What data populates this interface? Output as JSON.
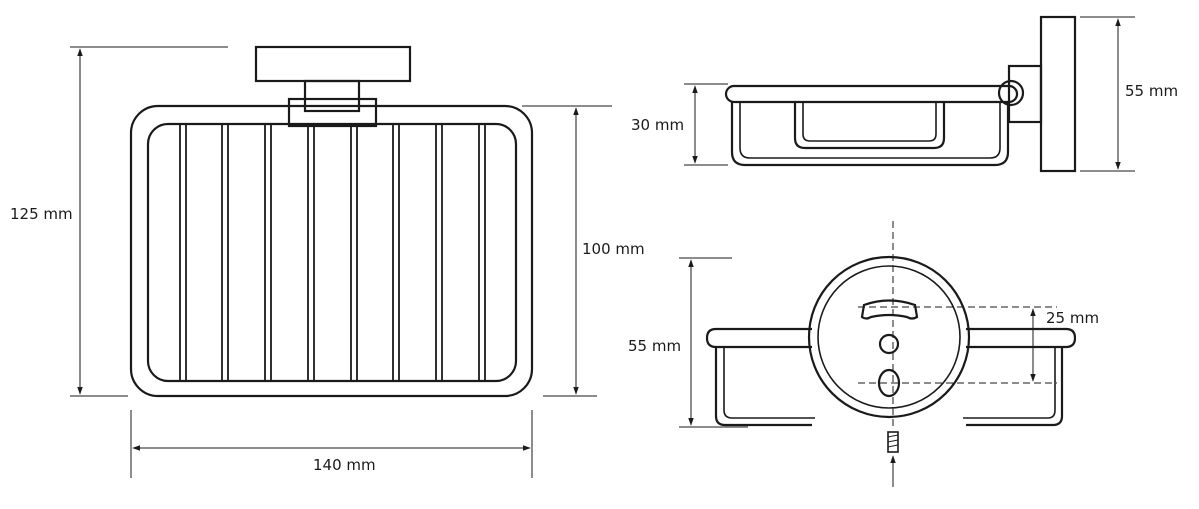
{
  "dimensions": {
    "front_height_total": "125 mm",
    "front_basket_height": "100 mm",
    "front_width": "140 mm",
    "side_basket_depth": "30 mm",
    "side_mount_height": "55 mm",
    "bottom_total_height": "55 mm",
    "bottom_screw_spacing": "25 mm"
  }
}
